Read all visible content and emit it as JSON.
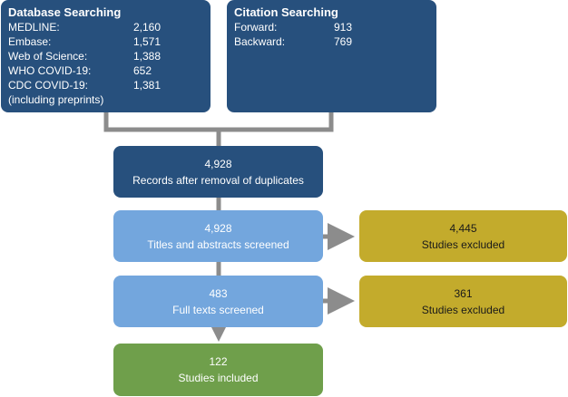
{
  "database": {
    "title": "Database Searching",
    "rows": [
      {
        "label": "MEDLINE:",
        "count": "2,160"
      },
      {
        "label": "Embase:",
        "count": "1,571"
      },
      {
        "label": "Web of Science:",
        "count": "1,388"
      },
      {
        "label": "WHO COVID-19:",
        "count": "652"
      },
      {
        "label": "CDC COVID-19:",
        "count": "1,381"
      }
    ],
    "note": "(including preprints)"
  },
  "citation": {
    "title": "Citation Searching",
    "rows": [
      {
        "label": "Forward:",
        "count": "913"
      },
      {
        "label": "Backward:",
        "count": "769"
      }
    ]
  },
  "dedup": {
    "count": "4,928",
    "label": "Records after removal of duplicates"
  },
  "screening": {
    "count": "4,928",
    "label": "Titles and abstracts screened"
  },
  "screening_excluded": {
    "count": "4,445",
    "label": "Studies excluded"
  },
  "fulltext": {
    "count": "483",
    "label": "Full texts screened"
  },
  "fulltext_excluded": {
    "count": "361",
    "label": "Studies excluded"
  },
  "included": {
    "count": "122",
    "label": "Studies included"
  },
  "colors": {
    "dark_blue": "#27507d",
    "light_blue": "#73a6dd",
    "olive": "#c3ab2c",
    "green": "#6f9f4b",
    "connector": "#8c8c8c"
  }
}
